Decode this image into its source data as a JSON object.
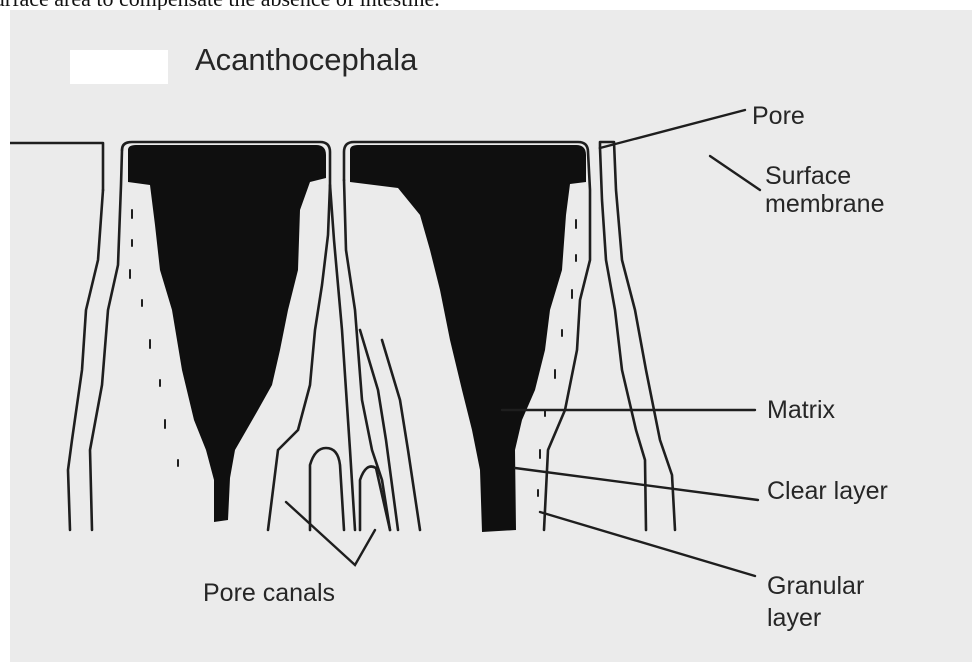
{
  "clipped_caption": "e surface area to compensate the absence of intestine.",
  "title": "Acanthocephala",
  "labels": {
    "pore": "Pore",
    "surface_membrane_1": "Surface",
    "surface_membrane_2": "membrane",
    "matrix": "Matrix",
    "clear_layer": "Clear layer",
    "granular_layer_1": "Granular",
    "granular_layer_2": "layer",
    "pore_canals": "Pore canals"
  },
  "colors": {
    "background": "#ebebeb",
    "ink": "#111111",
    "text": "#262626"
  }
}
